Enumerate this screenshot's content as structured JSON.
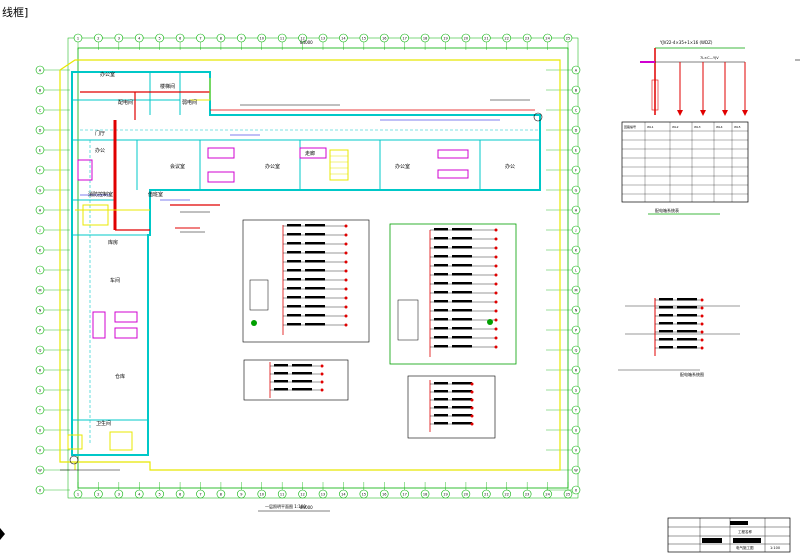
{
  "tab_label": "线框]",
  "plan": {
    "rooms": {
      "r1": "办公室",
      "r2": "配电间",
      "r3": "楼梯间",
      "r4": "门厅",
      "r5": "办公",
      "r6": "会议室",
      "r7": "办公室",
      "r8": "走廊",
      "r9": "办公室",
      "r10": "办公",
      "r11": "消防控制室",
      "r12": "值班室",
      "r13": "库房",
      "r14": "车间",
      "r15": "仓库",
      "r16": "卫生间",
      "r17": "弱电间"
    },
    "axis_top": [
      "1",
      "2",
      "3",
      "4",
      "5",
      "6",
      "7",
      "8",
      "9",
      "10",
      "11",
      "12",
      "13",
      "14",
      "15",
      "16",
      "17",
      "18",
      "19",
      "20",
      "21",
      "22",
      "23",
      "24",
      "25"
    ],
    "axis_side": [
      "A",
      "B",
      "C",
      "D",
      "E",
      "F",
      "G",
      "H",
      "J",
      "K",
      "L",
      "M",
      "N",
      "P",
      "Q",
      "R",
      "S",
      "T",
      "U",
      "V",
      "W",
      "X"
    ],
    "dim_total": "84000",
    "caption": "一层照明平面图 1:100"
  },
  "riser": {
    "header": "YJV22-4×35+1×16 (WDZ)",
    "sub": "7L×C—YJV",
    "caption": "配电系统图"
  },
  "table": {
    "head": [
      "回路编号",
      "WL1",
      "WL2",
      "WL3",
      "WL4",
      "WL5"
    ],
    "caption": "配电箱系统表"
  },
  "schedule": {
    "caption": "配电箱系统图"
  },
  "title_block": {
    "project": "工程名称",
    "drawing": "电气施工图",
    "scale": "1:100"
  },
  "colors": {
    "wall": "#00c8c8",
    "axis": "#00b000",
    "red": "#e00000",
    "magenta": "#d000d0",
    "yellow": "#e8e800",
    "blue": "#0000e0"
  }
}
